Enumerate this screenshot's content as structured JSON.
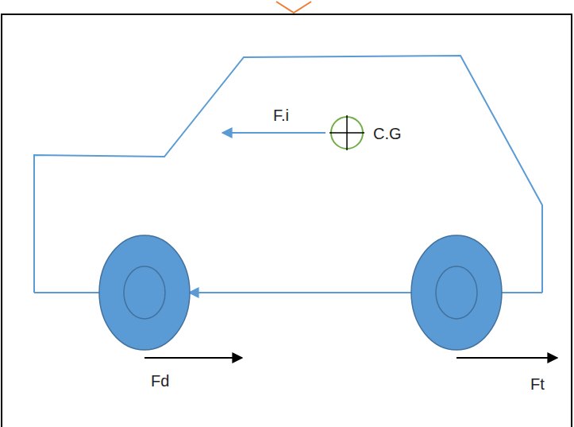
{
  "diagram": {
    "labels": [
      "F.i",
      "C.G",
      "Fd",
      "Ft"
    ]
  }
}
